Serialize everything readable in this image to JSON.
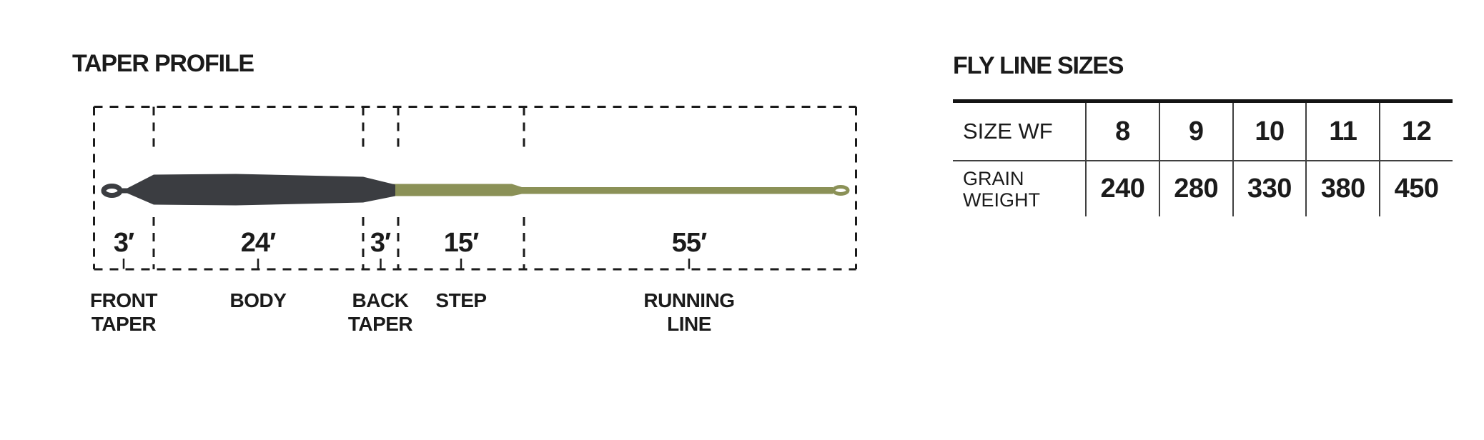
{
  "taper_profile": {
    "title": "TAPER PROFILE",
    "sections": [
      {
        "name": "FRONT TAPER",
        "length": "3′"
      },
      {
        "name": "BODY",
        "length": "24′"
      },
      {
        "name": "BACK TAPER",
        "length": "3′"
      },
      {
        "name": "STEP",
        "length": "15′"
      },
      {
        "name": "RUNNING LINE",
        "length": "55′"
      }
    ],
    "colors": {
      "head": "#3b3d41",
      "running_line": "#8b9157",
      "outline": "#1b1b1b"
    }
  },
  "fly_line_sizes": {
    "title": "FLY LINE SIZES",
    "rows": [
      {
        "label": "SIZE WF",
        "values": [
          "8",
          "9",
          "10",
          "11",
          "12"
        ]
      },
      {
        "label": "GRAIN WEIGHT",
        "values": [
          "240",
          "280",
          "330",
          "380",
          "450"
        ]
      }
    ]
  }
}
